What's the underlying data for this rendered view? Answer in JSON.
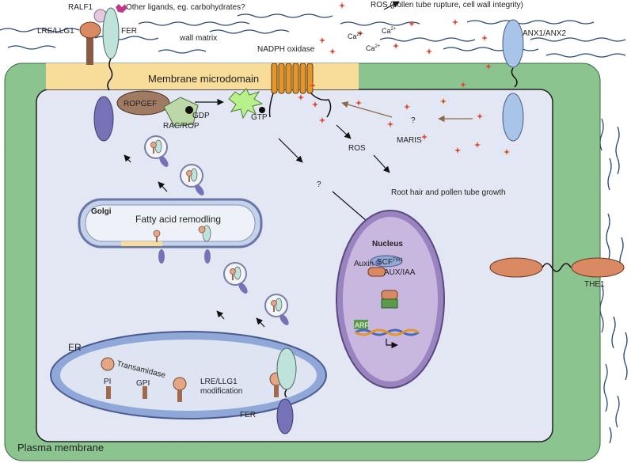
{
  "labels": {
    "ralf1": "RALF1",
    "other_ligands": "Other ligands, eg. carbohydrates?",
    "lre_llg1": "LRE/LLG1",
    "fer_top": "FER",
    "wall_matrix": "wall matrix",
    "ros_top": "ROS (pollen tube rupture, cell wall integrity)",
    "ca_1": "Ca",
    "ca_2": "Ca",
    "ca_3": "Ca",
    "ca_sup": "2+",
    "nadph_oxidase": "NADPH oxidase",
    "anx": "ANX1/ANX2",
    "membrane_microdomain": "Membrane microdomain",
    "ropgef": "ROPGEF",
    "gdp": "GDP",
    "gtp": "GTP",
    "rac_rop": "RAC/ROP",
    "ros_mid": "ROS",
    "maris": "MARIS",
    "question_1": "?",
    "question_2": "?",
    "root_hair": "Root hair and pollen tube growth",
    "golgi": "Golgi",
    "fatty_acid": "Fatty acid remodling",
    "nucleus": "Nucleus",
    "auxin": "Auxin",
    "scf": "SCF",
    "scf_sup": "TIR1",
    "aux_iaa": "AUX/IAA",
    "arf": "ARF",
    "the1": "THE1",
    "er": "ER",
    "transamidase": "Transamidase",
    "pi": "PI",
    "gpi": "GPI",
    "lre_mod_1": "LRE/LLG1",
    "lre_mod_2": "modification",
    "fer_bottom": "FER",
    "plasma_membrane": "Plasma membrane"
  },
  "colors": {
    "cell_wall": "#8cc490",
    "cytoplasm": "#e2e7f3",
    "microdomain": "#f7dc9a",
    "ros_star": "#e0452d",
    "receptor_purple": "#7672b8",
    "fer_teal": "#bfe3da",
    "lre_orange": "#d98a63",
    "nadph_orange": "#e5962a",
    "nucleus_purple": "#b6a1cf",
    "golgi_blue": "#c5d2ea",
    "anx_blue": "#a8c4e8"
  }
}
